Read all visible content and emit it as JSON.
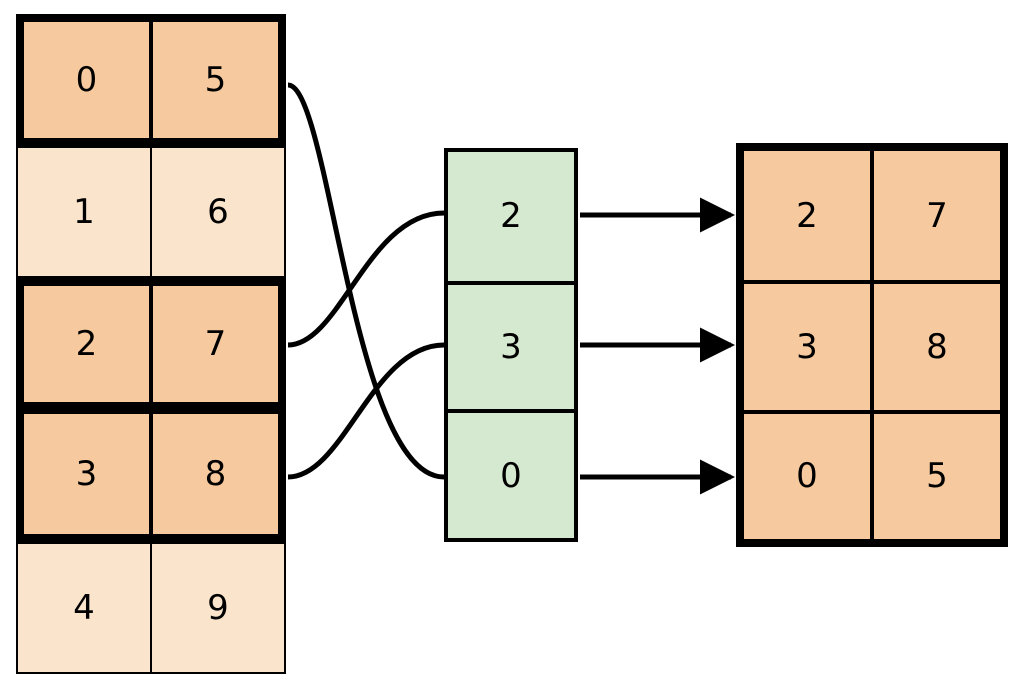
{
  "diagram": {
    "type": "array-fancy-indexing",
    "title_visible": false,
    "colors": {
      "highlight_orange": "#f6ca9e",
      "plain_orange": "#fbe4cc",
      "index_green": "#d5e8d0",
      "stroke": "#000000",
      "background": "#ffffff"
    },
    "source_matrix": {
      "name": "source-array",
      "columns": 2,
      "rows": [
        {
          "cells": [
            "0",
            "5"
          ],
          "selected": true
        },
        {
          "cells": [
            "1",
            "6"
          ],
          "selected": false
        },
        {
          "cells": [
            "2",
            "7"
          ],
          "selected": true
        },
        {
          "cells": [
            "3",
            "8"
          ],
          "selected": true
        },
        {
          "cells": [
            "4",
            "9"
          ],
          "selected": false
        }
      ]
    },
    "index_column": {
      "name": "index-array",
      "cells": [
        "2",
        "3",
        "0"
      ]
    },
    "result_matrix": {
      "name": "result-array",
      "columns": 2,
      "rows": [
        {
          "cells": [
            "2",
            "7"
          ]
        },
        {
          "cells": [
            "3",
            "8"
          ]
        },
        {
          "cells": [
            "0",
            "5"
          ]
        }
      ]
    },
    "connections": [
      {
        "from_row": 0,
        "to_index": 2,
        "label": "row-0-to-index-0"
      },
      {
        "from_row": 2,
        "to_index": 0,
        "label": "row-2-to-index-2"
      },
      {
        "from_row": 3,
        "to_index": 1,
        "label": "row-3-to-index-3"
      }
    ],
    "arrows": [
      {
        "from_index": 0,
        "to_result_row": 0
      },
      {
        "from_index": 1,
        "to_result_row": 1
      },
      {
        "from_index": 2,
        "to_result_row": 2
      }
    ]
  }
}
